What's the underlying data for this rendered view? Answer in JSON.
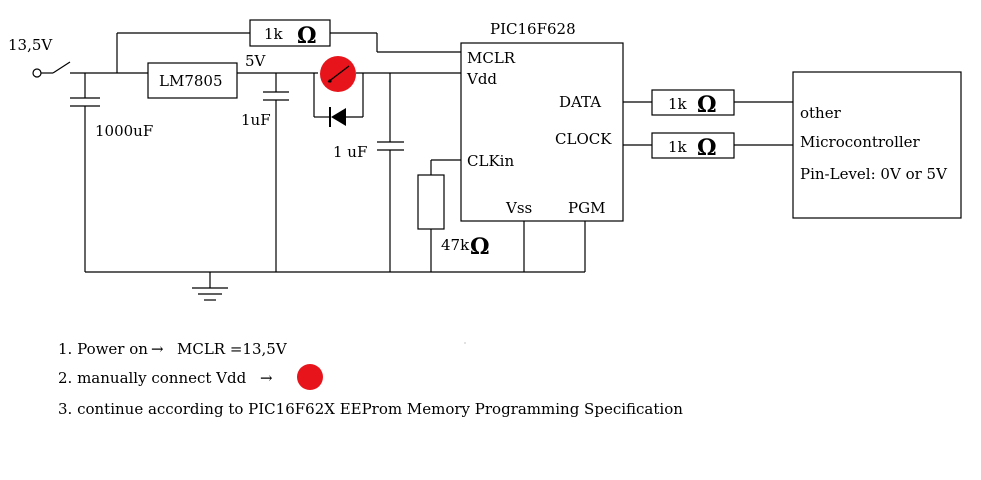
{
  "labels": {
    "supply": "13,5V",
    "regulator": "LM7805",
    "reg_out": "5V",
    "cap_in": "1000uF",
    "cap_out": "1uF",
    "cap_vdd": "1 uF",
    "r_top": "1k",
    "r_data": "1k",
    "r_clock": "1k",
    "r_clk": "47k",
    "ohm": "Ω",
    "chip": "PIC16F628",
    "pin_mclr": "MCLR",
    "pin_vdd": "Vdd",
    "pin_data": "DATA",
    "pin_clock": "CLOCK",
    "pin_clkin": "CLKin",
    "pin_vss": "Vss",
    "pin_pgm": "PGM",
    "other_1": "other",
    "other_2": "Microcontroller",
    "other_3": "Pin-Level: 0V or 5V"
  },
  "notes": {
    "step1": "1. Power on",
    "step1_b": "MCLR =13,5V",
    "step2": "2. manually connect Vdd",
    "step3": "3. continue according to PIC16F62X EEProm Memory Programming Specification",
    "arrow": "→"
  },
  "colors": {
    "switch_button": "#e8141b",
    "line": "#000000"
  }
}
